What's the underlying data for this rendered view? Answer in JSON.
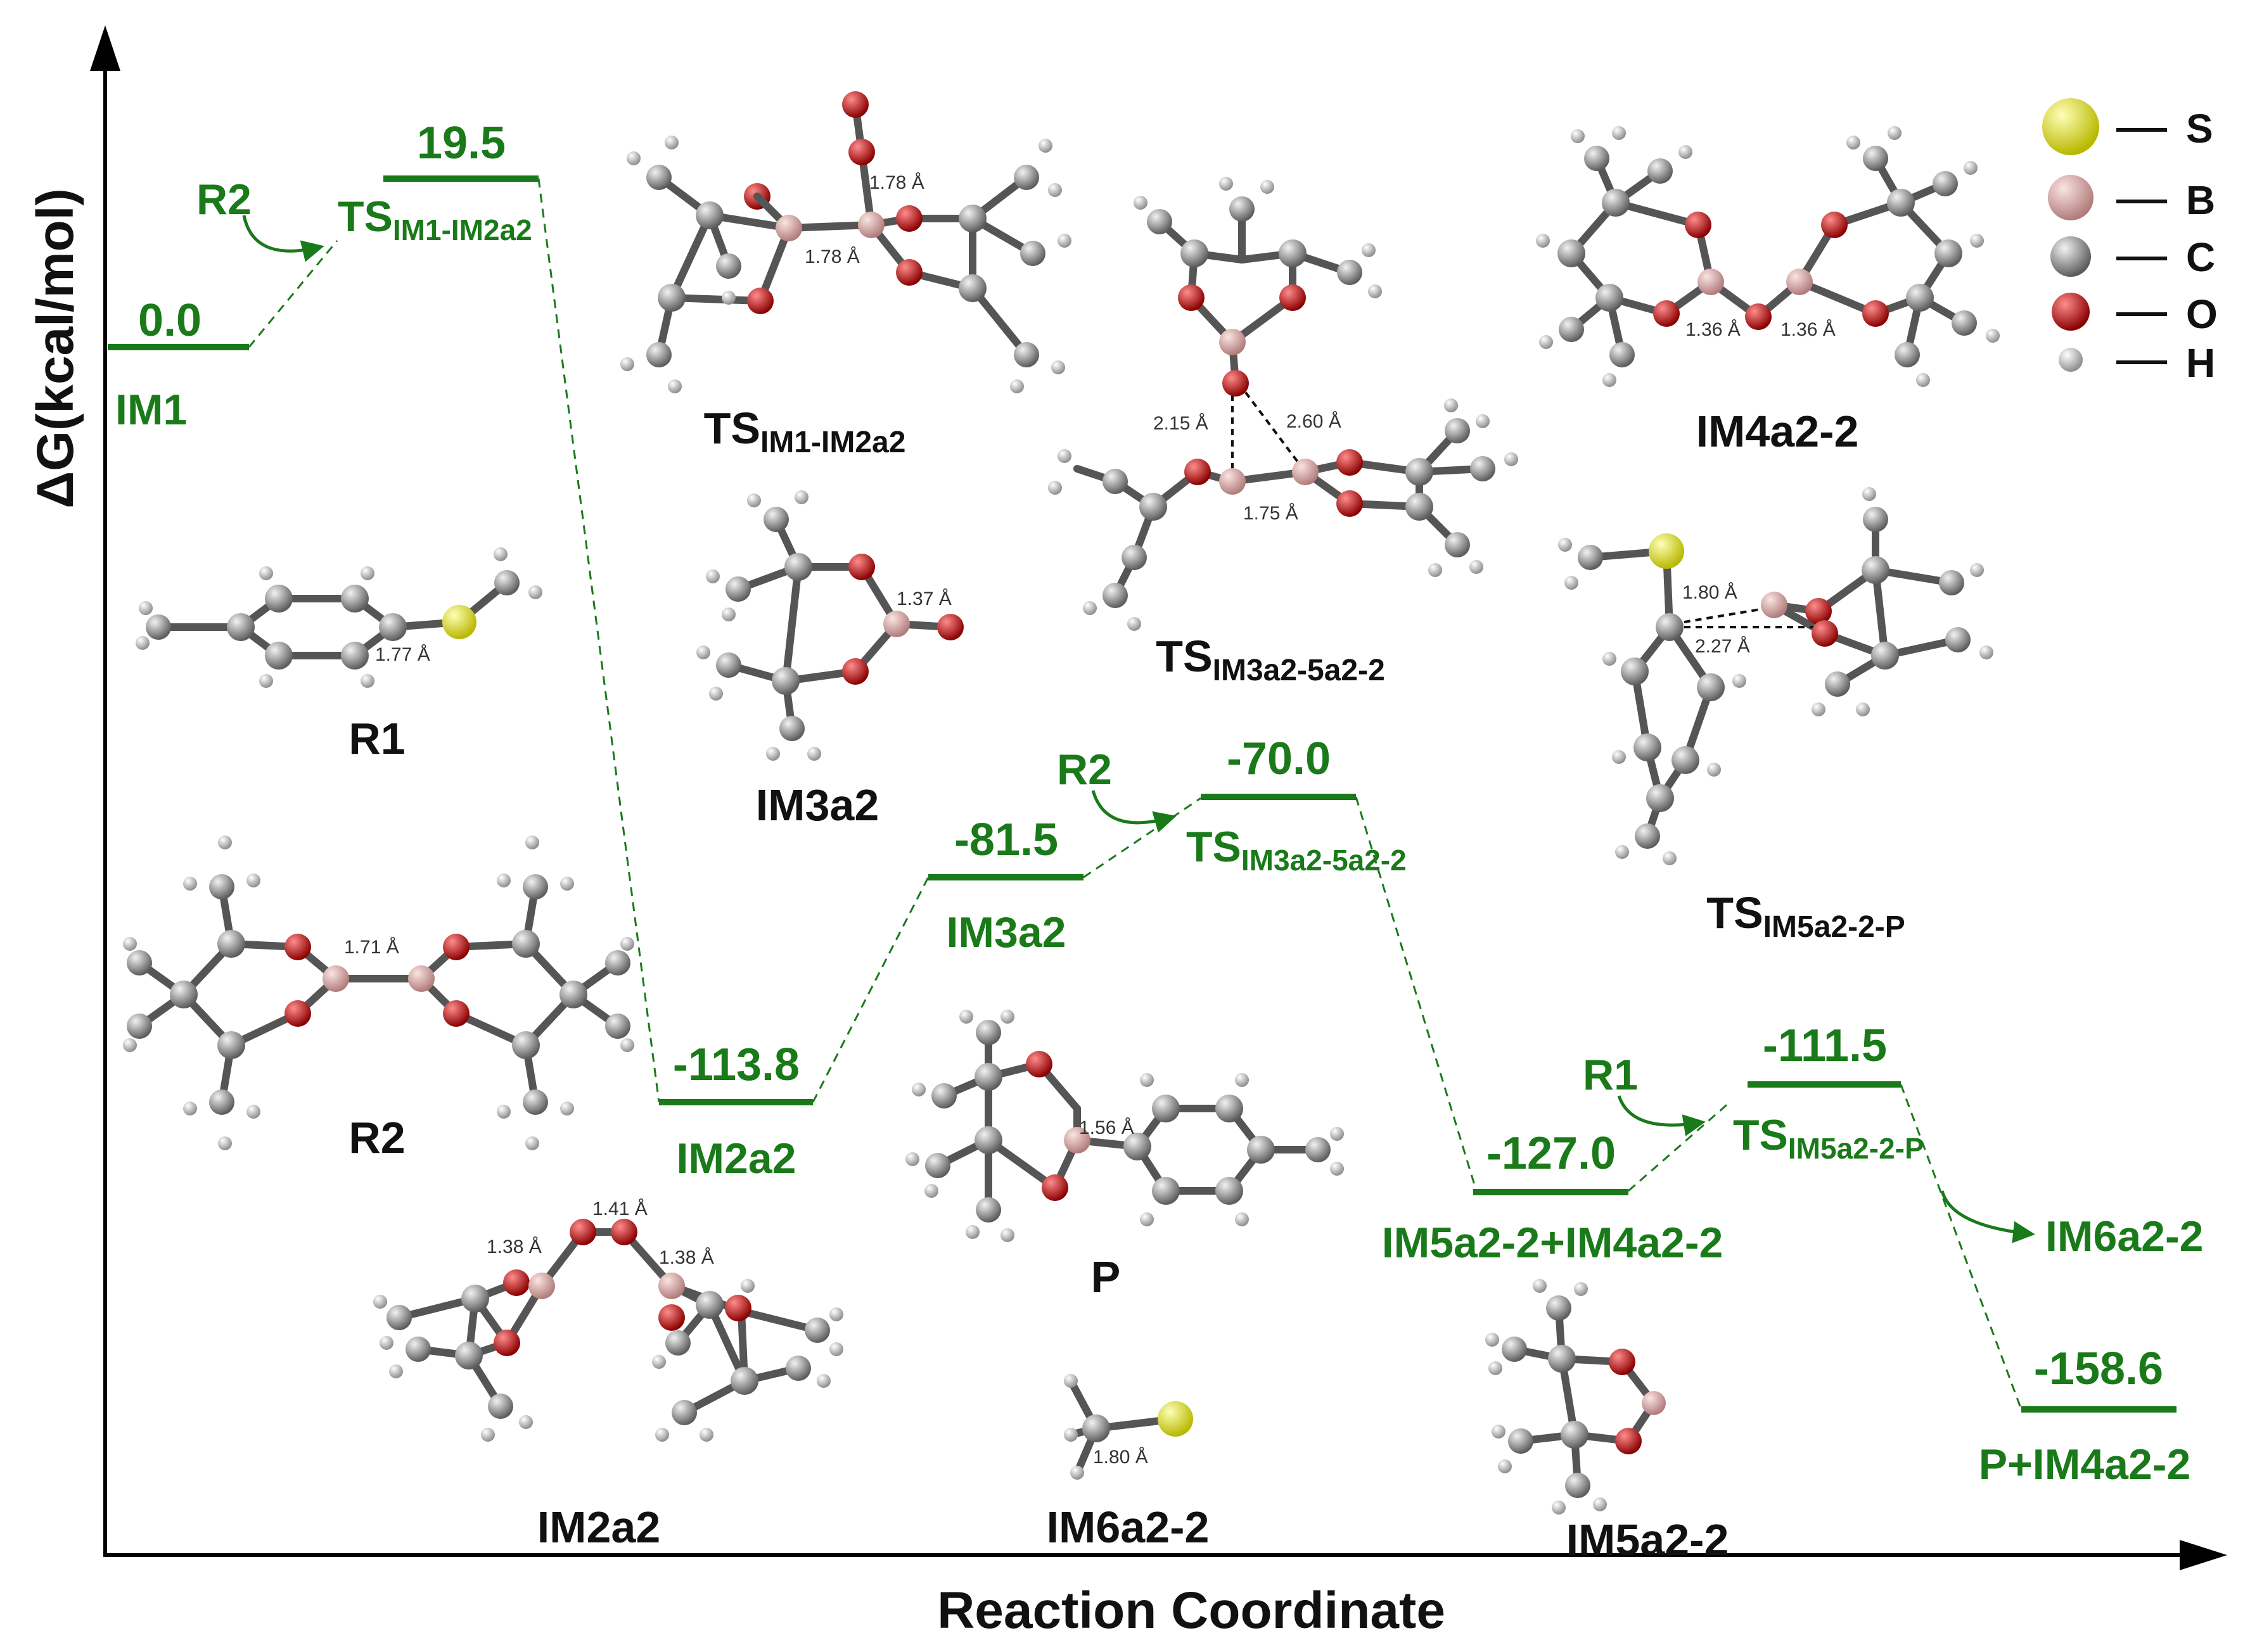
{
  "axes": {
    "y_title": "ΔG(kcal/mol)",
    "x_title": "Reaction Coordinate"
  },
  "colors": {
    "path": "#1a7a1a",
    "text": "#111111",
    "S": "#d8d820",
    "B": "#e2aaa8",
    "C": "#a8a8a8",
    "O": "#cc1111",
    "H": "#e6e6e6"
  },
  "levels": [
    {
      "id": "im1",
      "value": "0.0",
      "name": "IM1",
      "sub": ""
    },
    {
      "id": "ts1",
      "value": "19.5",
      "name": "TS",
      "sub": "IM1-IM2a2"
    },
    {
      "id": "im2",
      "value": "-113.8",
      "name": "IM2a2",
      "sub": ""
    },
    {
      "id": "im3",
      "value": "-81.5",
      "name": "IM3a2",
      "sub": ""
    },
    {
      "id": "ts2",
      "value": "-70.0",
      "name": "TS",
      "sub": "IM3a2-5a2-2"
    },
    {
      "id": "im5",
      "value": "-127.0",
      "name": "IM5a2-2+IM4a2-2",
      "sub": ""
    },
    {
      "id": "ts3",
      "value": "-111.5",
      "name": "TS",
      "sub": "IM5a2-2-P"
    },
    {
      "id": "p",
      "value": "-158.6",
      "name": "P+IM4a2-2",
      "sub": ""
    }
  ],
  "reactant_arrows": [
    {
      "id": "r2a",
      "label": "R2"
    },
    {
      "id": "r2b",
      "label": "R2"
    },
    {
      "id": "r1",
      "label": "R1"
    }
  ],
  "side_product": {
    "label": "IM6a2-2"
  },
  "structures": [
    {
      "id": "r1",
      "name": "R1",
      "sub": "",
      "distances": [
        "1.77 Å"
      ]
    },
    {
      "id": "r2",
      "name": "R2",
      "sub": "",
      "distances": [
        "1.71 Å"
      ]
    },
    {
      "id": "ts1",
      "name": "TS",
      "sub": "IM1-IM2a2",
      "distances": [
        "1.78 Å",
        "1.78 Å"
      ]
    },
    {
      "id": "im3",
      "name": "IM3a2",
      "sub": "",
      "distances": [
        "1.37 Å"
      ]
    },
    {
      "id": "ts2",
      "name": "TS",
      "sub": "IM3a2-5a2-2",
      "distances": [
        "2.15 Å",
        "2.60 Å",
        "1.75 Å"
      ]
    },
    {
      "id": "im4",
      "name": "IM4a2-2",
      "sub": "",
      "distances": [
        "1.36 Å",
        "1.36 Å"
      ]
    },
    {
      "id": "ts3",
      "name": "TS",
      "sub": "IM5a2-2-P",
      "distances": [
        "1.80 Å",
        "2.27 Å"
      ]
    },
    {
      "id": "im2",
      "name": "IM2a2",
      "sub": "",
      "distances": [
        "1.38 Å",
        "1.41 Å",
        "1.38 Å"
      ]
    },
    {
      "id": "p",
      "name": "P",
      "sub": "",
      "distances": [
        "1.56 Å"
      ]
    },
    {
      "id": "im6",
      "name": "IM6a2-2",
      "sub": "",
      "distances": [
        "1.80 Å"
      ]
    },
    {
      "id": "im5",
      "name": "IM5a2-2",
      "sub": "",
      "distances": []
    }
  ],
  "legend": [
    {
      "element": "S",
      "label": "S"
    },
    {
      "element": "B",
      "label": "B"
    },
    {
      "element": "C",
      "label": "C"
    },
    {
      "element": "O",
      "label": "O"
    },
    {
      "element": "H",
      "label": "H"
    }
  ]
}
